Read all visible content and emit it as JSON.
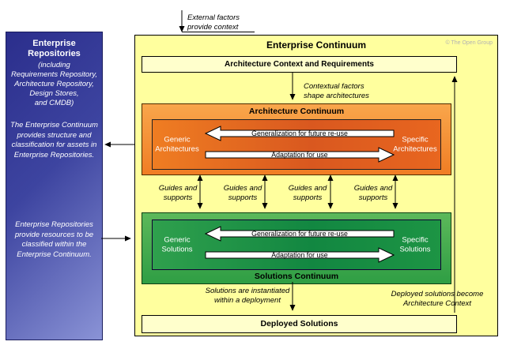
{
  "left_panel": {
    "title": "Enterprise Repositories",
    "subtitle": "(including\nRequirements Repository,\nArchitecture Repository,\nDesign Stores,\nand CMDB)",
    "note1": "The Enterprise Continuum\nprovides structure and\nclassification for assets in\nEnterprise Repositories.",
    "note2": "Enterprise Repositories\nprovide resources to be\nclassified within the\nEnterprise Continuum."
  },
  "continuum": {
    "title": "Enterprise Continuum",
    "copyright": "© The Open Group",
    "context_box_label": "Architecture Context and Requirements",
    "architecture": {
      "title": "Architecture Continuum",
      "left_label": "Generic\nArchitectures",
      "right_label": "Specific\nArchitectures",
      "generalization_arrow_label": "Generalization for future re-use",
      "adaptation_arrow_label": "Adaptation for use"
    },
    "solutions": {
      "title": "Solutions Continuum",
      "left_label": "Generic\nSolutions",
      "right_label": "Specific\nSolutions",
      "generalization_arrow_label": "Generalization for future re-use",
      "adaptation_arrow_label": "Adaptation for use"
    },
    "deployed_box_label": "Deployed Solutions"
  },
  "annotations": {
    "external_factors": "External factors\nprovide context",
    "contextual_factors": "Contextual factors\nshape architectures",
    "guides_and_supports": "Guides and\nsupports",
    "solutions_instantiated": "Solutions are instantiated\nwithin a deployment",
    "deployed_become": "Deployed solutions become\nArchitecture Context"
  },
  "colors": {
    "panel_blue_dark": "#2b2e8c",
    "panel_blue_light": "#8a93d6",
    "continuum_yellow": "#ffff9e",
    "box_pale_yellow": "#ffffcc",
    "architecture_orange": "#f07d24",
    "solutions_green": "#2f9e44"
  }
}
